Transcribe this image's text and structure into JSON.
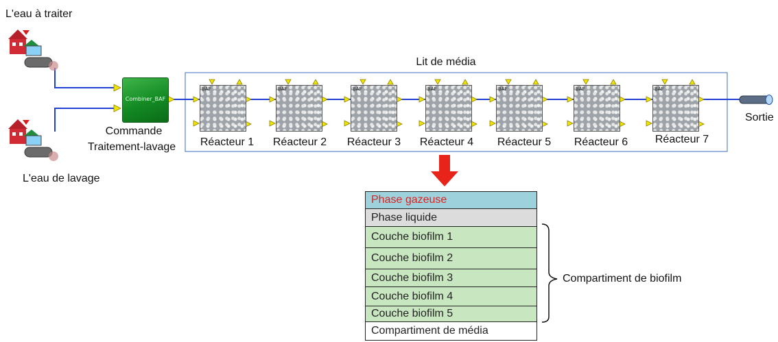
{
  "labels": {
    "eau_a_traiter": "L'eau à traiter",
    "eau_de_lavage": "L'eau de lavage",
    "commande_line1": "Commande",
    "commande_line2": "Traitement-lavage",
    "combiner_tag": "Combiner_BAF",
    "lit_de_media": "Lit de média",
    "sortie": "Sortie",
    "reactor_tag": "BAF"
  },
  "reactors": [
    "Réacteur 1",
    "Réacteur 2",
    "Réacteur 3",
    "Réacteur 4",
    "Réacteur 5",
    "Réacteur 6",
    "Réacteur 7"
  ],
  "layers": [
    {
      "label": "Phase gazeuse",
      "color": "#9dd2dc",
      "text_color": "#e02020"
    },
    {
      "label": "Phase liquide",
      "color": "#dcdcdc",
      "text_color": "#222222"
    },
    {
      "label": "Couche biofilm 1",
      "color": "#c8e6c0",
      "text_color": "#222222"
    },
    {
      "label": "Couche biofilm 2",
      "color": "#c8e6c0",
      "text_color": "#222222"
    },
    {
      "label": "Couche biofilm 3",
      "color": "#c8e6c0",
      "text_color": "#222222"
    },
    {
      "label": "Couche biofilm 4",
      "color": "#c8e6c0",
      "text_color": "#222222"
    },
    {
      "label": "Couche biofilm 5",
      "color": "#c8e6c0",
      "text_color": "#222222"
    },
    {
      "label": "Compartiment de média",
      "color": "#ffffff",
      "text_color": "#222222"
    }
  ],
  "brace_label": "Compartiment de biofilm",
  "colors": {
    "pipe": "#1f3fd6",
    "arrow": "#e8231a",
    "box_border": "#5b86c4",
    "port": "#f2e600"
  }
}
